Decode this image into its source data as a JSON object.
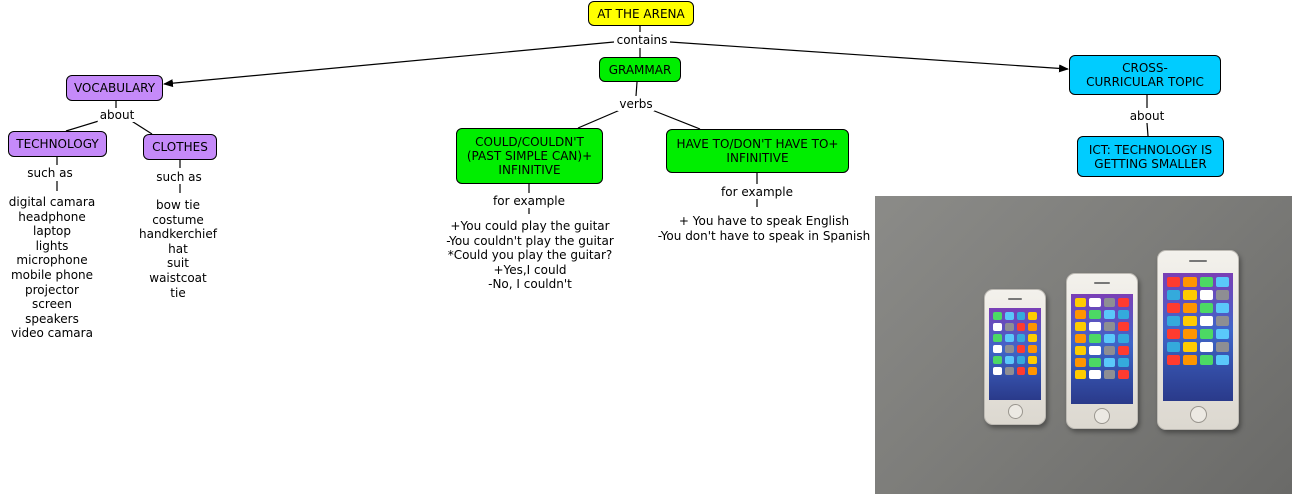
{
  "root": {
    "label": "AT THE ARENA"
  },
  "links": {
    "contains": "contains",
    "about1": "about",
    "verbs": "verbs",
    "about2": "about",
    "such_as1": "such as",
    "such_as2": "such as",
    "for_example1": "for example",
    "for_example2": "for example"
  },
  "vocabulary": {
    "label": "VOCABULARY"
  },
  "grammar": {
    "label": "GRAMMAR"
  },
  "cross": {
    "label": "CROSS- CURRICULAR TOPIC"
  },
  "technology": {
    "label": "TECHNOLOGY",
    "items": [
      "digital camara",
      "headphone",
      "laptop",
      "lights",
      "microphone",
      "mobile phone",
      "projector",
      "screen",
      "speakers",
      "video camara"
    ]
  },
  "clothes": {
    "label": "CLOTHES",
    "items": [
      "bow tie",
      "costume",
      "handkerchief",
      "hat",
      "suit",
      "waistcoat",
      "tie"
    ]
  },
  "could": {
    "label": "COULD/COULDN'T (PAST SIMPLE CAN)+ INFINITIVE",
    "examples": [
      "+You could play the guitar",
      "-You couldn't play the guitar",
      "*Could you play the guitar?",
      "+Yes,I could",
      "-No, I couldn't"
    ]
  },
  "have_to": {
    "label": "HAVE TO/DON'T HAVE TO+ INFINITIVE",
    "examples": [
      "+ You have to speak English",
      "-You don't have to speak in Spanish"
    ]
  },
  "ict": {
    "label": "ICT: TECHNOLOGY IS GETTING SMALLER"
  },
  "colors": {
    "yellow": "#ffff00",
    "purple": "#c58af9",
    "green": "#00ee00",
    "cyan": "#00ccff"
  }
}
